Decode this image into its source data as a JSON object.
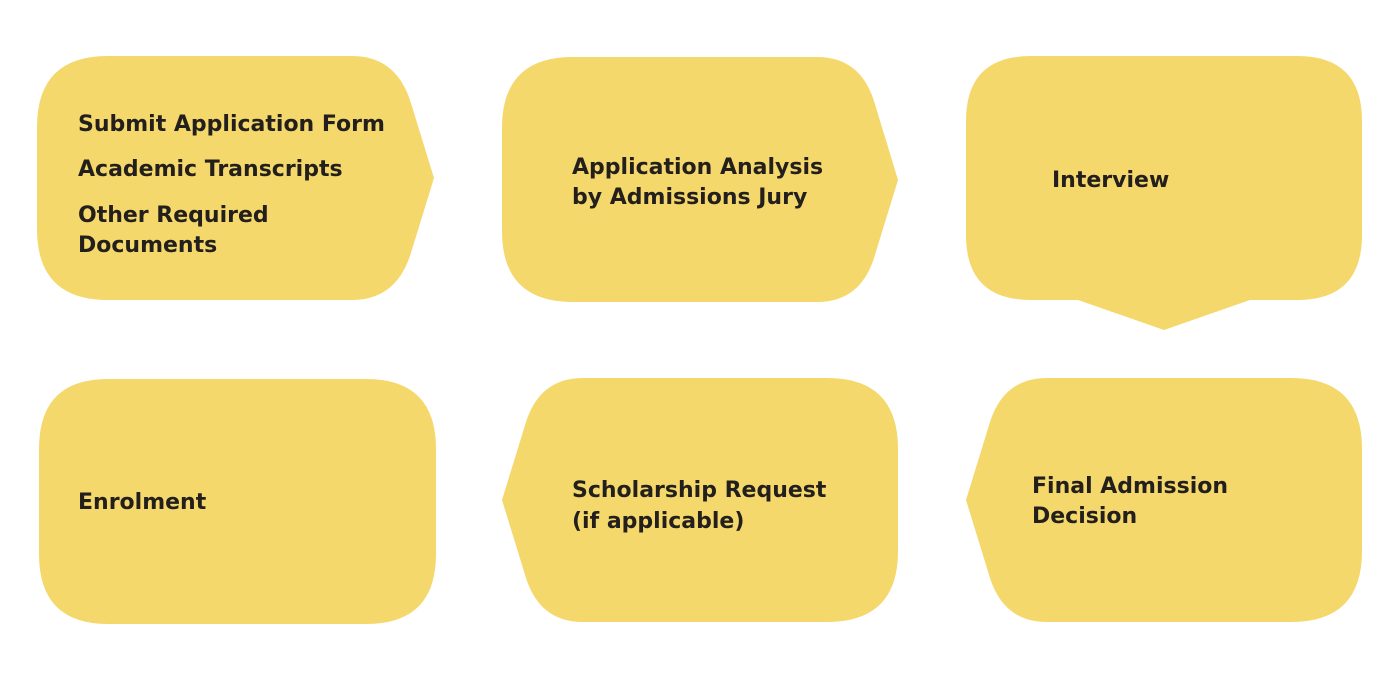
{
  "colors": {
    "shape_fill": "#f5d86b",
    "text": "#231f1c",
    "background": "#ffffff"
  },
  "steps": [
    {
      "id": "submit",
      "lines": [
        "Submit Application Form",
        "Academic Transcripts",
        "Other Required",
        "Documents"
      ]
    },
    {
      "id": "analysis",
      "lines": [
        "Application Analysis",
        "by Admissions Jury"
      ]
    },
    {
      "id": "interview",
      "lines": [
        "Interview"
      ]
    },
    {
      "id": "final-decision",
      "lines": [
        "Final Admission",
        "Decision"
      ]
    },
    {
      "id": "scholarship",
      "lines": [
        "Scholarship Request",
        "(if applicable)"
      ]
    },
    {
      "id": "enrolment",
      "lines": [
        "Enrolment"
      ]
    }
  ]
}
